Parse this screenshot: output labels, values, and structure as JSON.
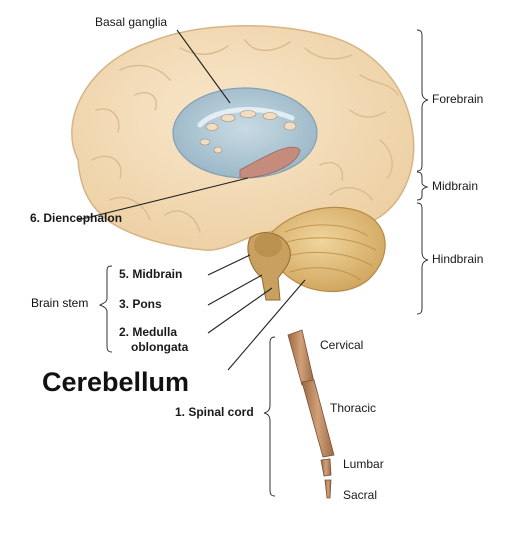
{
  "labels": {
    "basal_ganglia": "Basal ganglia",
    "diencephalon": "6. Diencephalon",
    "brain_stem": "Brain stem",
    "midbrain_numbered": "5. Midbrain",
    "pons": "3. Pons",
    "medulla_line1": "2. Medulla",
    "medulla_line2": "oblongata",
    "cerebellum": "Cerebellum",
    "spinal_cord": "1. Spinal cord",
    "forebrain": "Forebrain",
    "midbrain": "Midbrain",
    "hindbrain": "Hindbrain",
    "cervical": "Cervical",
    "thoracic": "Thoracic",
    "lumbar": "Lumbar",
    "sacral": "Sacral"
  },
  "colors": {
    "cerebrum": "#f3dcb8",
    "cerebrum_outline": "#d8b88c",
    "basal_ganglia": "#a9c4d4",
    "cerebellum": "#e3c07c",
    "brain_stem": "#c59b54",
    "spinal_cord": "#b88660",
    "leader_line": "#222222"
  }
}
